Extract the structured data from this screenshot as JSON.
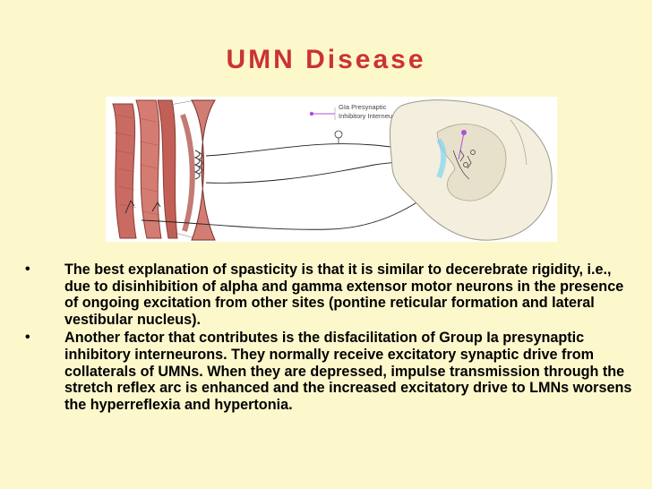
{
  "slide": {
    "title": "UMN Disease",
    "figure": {
      "label_line1": "GIa Presynaptic",
      "label_line2": "Inhibitory Interneuron"
    },
    "bullets": [
      {
        "marker": "•",
        "text": "The best explanation of spasticity is that it is similar to decerebrate rigidity, i.e., due to disinhibition of alpha and gamma extensor motor neurons in the presence of ongoing excitation from other sites (pontine reticular formation and lateral vestibular nucleus)."
      },
      {
        "marker": "•",
        "text": "Another factor that contributes is the disfacilitation of Group Ia presynaptic inhibitory interneurons. They normally receive excitatory synaptic drive from collaterals of UMNs. When they are depressed, impulse transmission through the stretch reflex arc is enhanced and the increased excitatory drive to LMNs worsens the hyperreflexia and hypertonia."
      }
    ]
  },
  "colors": {
    "background": "#fdf8cc",
    "title": "#cc3333",
    "muscle": "#c96b63",
    "interneuron": "#b04fd8",
    "spinal_cord": "#f3eede"
  }
}
